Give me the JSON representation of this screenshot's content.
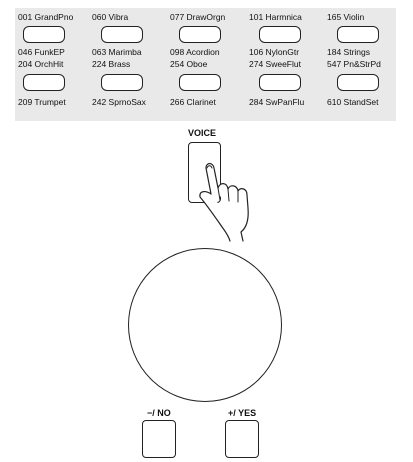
{
  "voice_panel": {
    "rows": [
      {
        "top_labels": [
          "001 GrandPno",
          "060 Vibra",
          "077 DrawOrgn",
          "101 Harmnica",
          "165 Violin"
        ],
        "bottom_labels": [
          "046 FunkEP",
          "063 Marimba",
          "098 Acordion",
          "106 NylonGtr",
          "184 Strings"
        ]
      },
      {
        "top_labels": [
          "204 OrchHit",
          "224 Brass",
          "254 Oboe",
          "274 SweeFlut",
          "547 Pn&StrPd"
        ],
        "bottom_labels": [
          "209 Trumpet",
          "242 SprnoSax",
          "266 Clarinet",
          "284 SwPanFlu",
          "610 StandSet"
        ]
      }
    ]
  },
  "voice_button": {
    "label": "VOICE"
  },
  "no_button": {
    "label": "−/ NO"
  },
  "yes_button": {
    "label": "+/ YES"
  },
  "colors": {
    "panel_bg": "#e9e9e9",
    "line": "#222222"
  },
  "icons": {
    "hand": "pressing-hand-icon"
  }
}
